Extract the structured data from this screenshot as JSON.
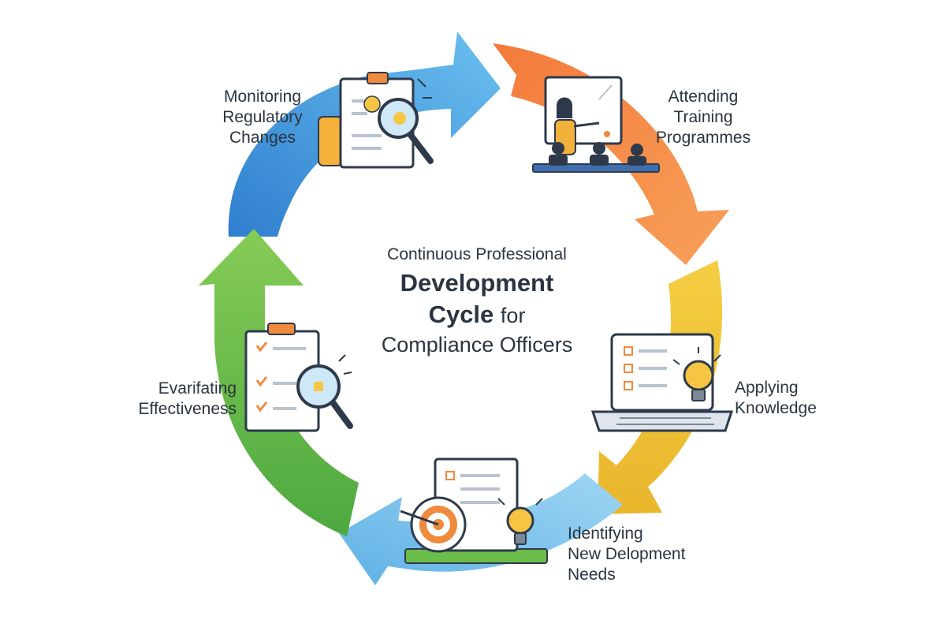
{
  "title": {
    "line1": "Continuous Professional",
    "line2": "Development",
    "line3_bold": "Cycle",
    "line3_rest": "for",
    "line4": "Compliance Officers"
  },
  "stages": [
    {
      "id": "monitoring",
      "lines": [
        "Monitoring",
        "Regulatory",
        "Changes"
      ],
      "color": "#3f95d8",
      "icon": "document-magnifier-icon"
    },
    {
      "id": "attending",
      "lines": [
        "Attending",
        "Training",
        "Programmes"
      ],
      "color": "#f0894a",
      "icon": "training-presentation-icon"
    },
    {
      "id": "applying",
      "lines": [
        "Applying",
        "Knowledge"
      ],
      "color": "#f2c43a",
      "icon": "laptop-lightbulb-icon"
    },
    {
      "id": "identifying",
      "lines": [
        "Identifying",
        "New Delopment",
        "Needs"
      ],
      "color": "#7cc4ec",
      "icon": "target-lightbulb-icon"
    },
    {
      "id": "evaluating",
      "lines": [
        "Evarifating",
        "Effectiveness"
      ],
      "color": "#6bbd4a",
      "icon": "checklist-magnifier-icon"
    }
  ],
  "colors": {
    "text": "#2b3440",
    "icon_outline": "#2e3a4b",
    "accent_orange": "#f08a3c",
    "accent_yellow": "#f6c544"
  }
}
